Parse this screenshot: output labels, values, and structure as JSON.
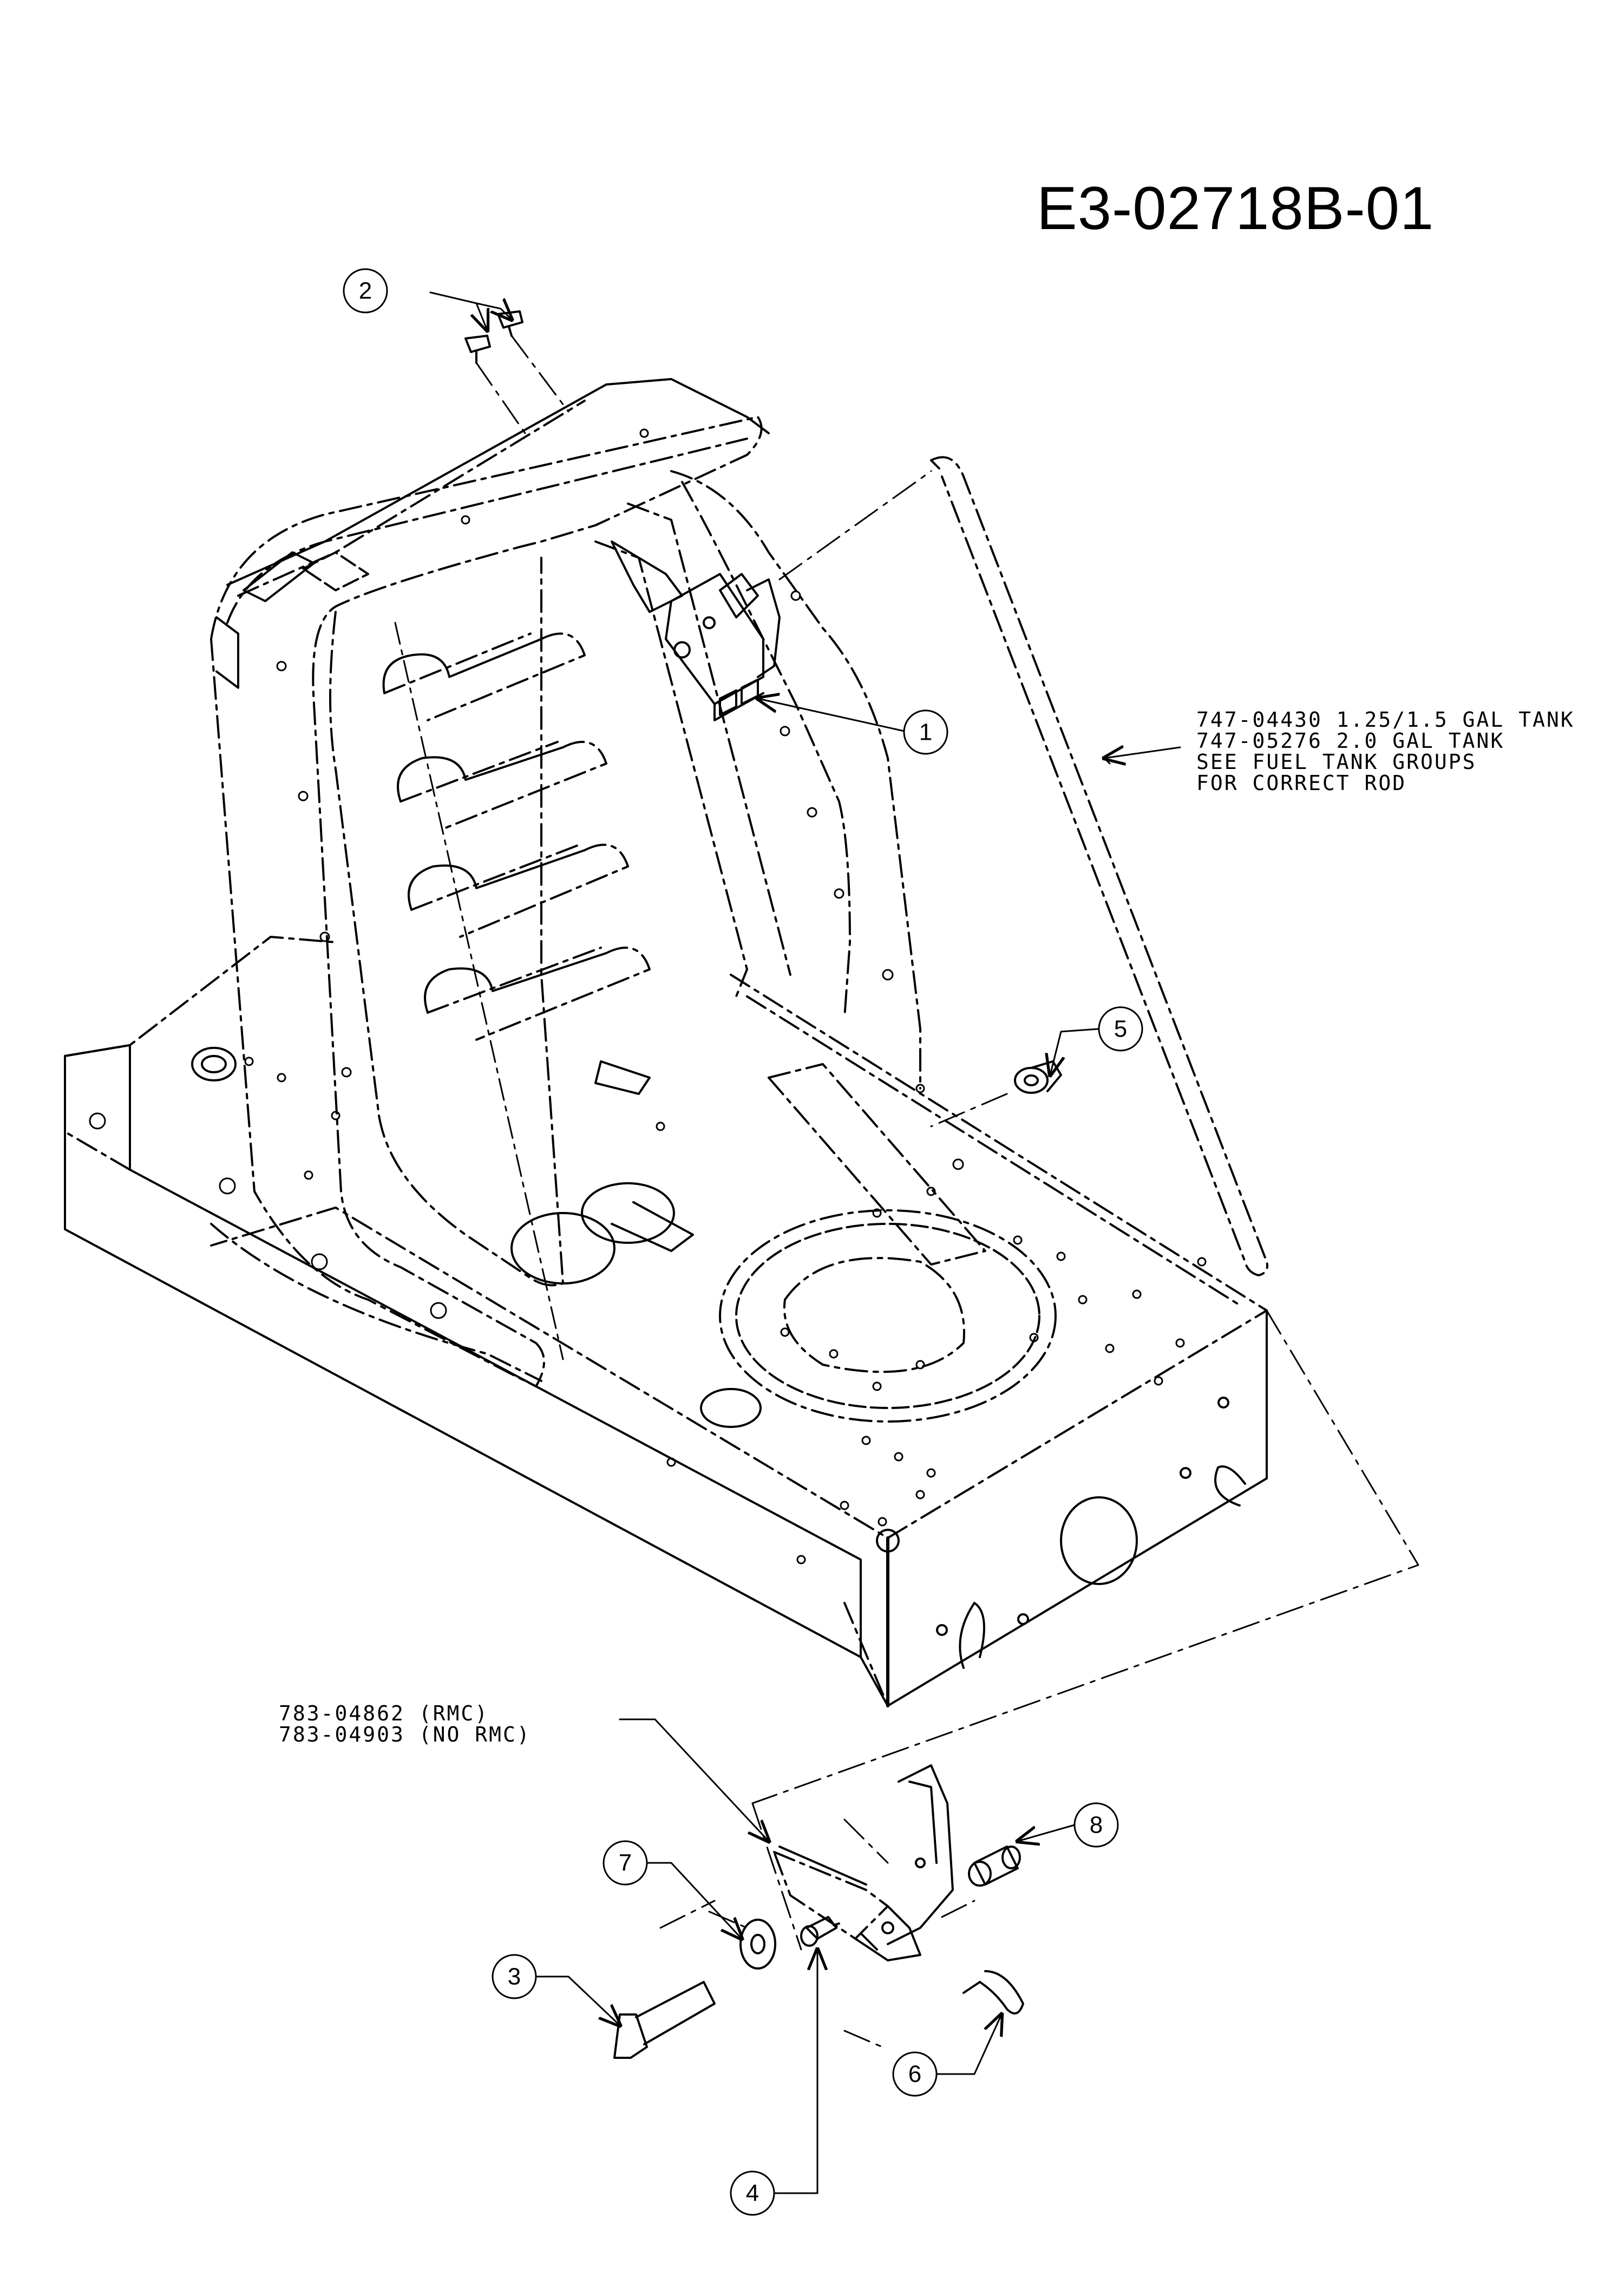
{
  "drawing_number": "E3-02718B-01",
  "callouts": [
    "1",
    "2",
    "3",
    "4",
    "5",
    "6",
    "7",
    "8"
  ],
  "notes": {
    "rod": [
      "747-04430 1.25/1.5 GAL TANK",
      "747-05276 2.0 GAL TANK",
      "SEE FUEL TANK GROUPS",
      "FOR CORRECT ROD"
    ],
    "bracket": [
      "783-04862 (RMC)",
      "783-04903 (NO RMC)"
    ]
  }
}
